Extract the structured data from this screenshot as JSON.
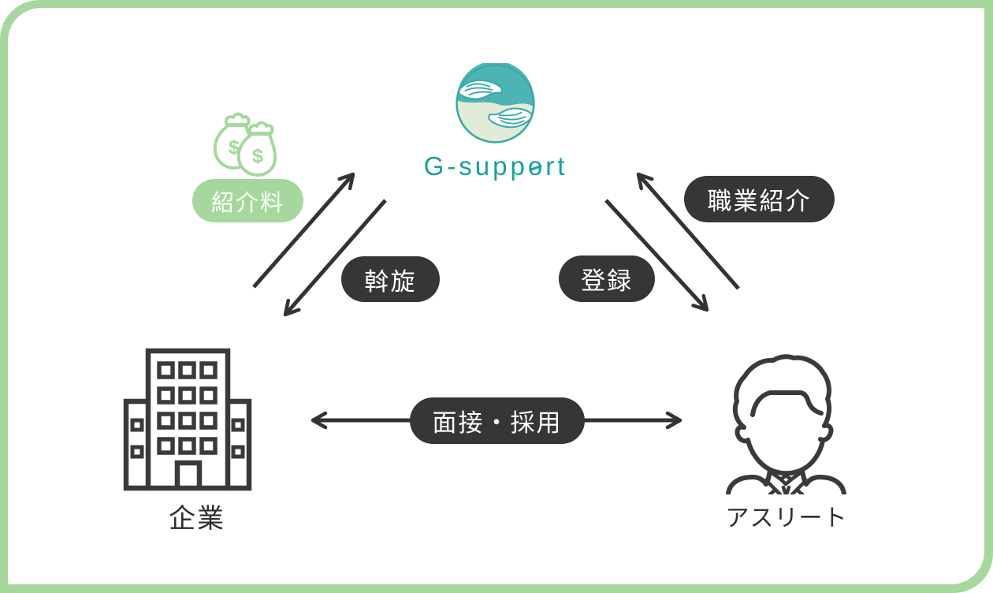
{
  "colors": {
    "background_green": "#a6d89d",
    "card_white": "#ffffff",
    "pill_dark": "#363636",
    "pill_green": "#a6d89d",
    "arrow_dark": "#333333",
    "icon_outline_dark": "#3a3a3a",
    "brand_teal": "#17a299",
    "logo_teal_fill": "#4db4b4",
    "logo_sage_fill": "#e2ebd8"
  },
  "brand": {
    "name": "G-support",
    "wordmark_prefix": "G-supp",
    "wordmark_o": "o",
    "wordmark_suffix": "rt"
  },
  "nodes": {
    "service": {
      "label": "G-support"
    },
    "company": {
      "label": "企業"
    },
    "athlete": {
      "label": "アスリート"
    }
  },
  "edge_labels": {
    "referral_fee": "紹介料",
    "placement": "斡旋",
    "registration": "登録",
    "job_introduction": "職業紹介",
    "interview_hiring": "面接・採用"
  },
  "icons": {
    "dollar": "$",
    "logo": "hands-in-circle",
    "company": "office-building",
    "athlete": "person-in-suit",
    "fee": "money-bags"
  }
}
